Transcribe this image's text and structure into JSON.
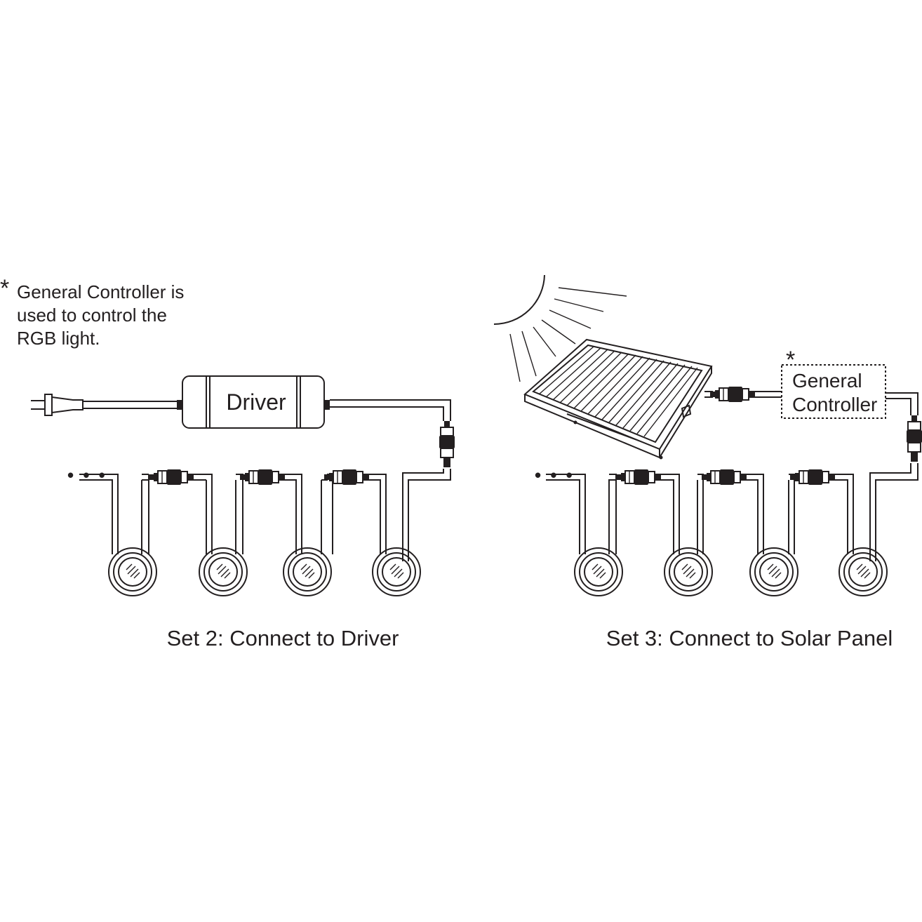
{
  "note": {
    "asterisk": "*",
    "lines": [
      "General Controller  is",
      "used to control the",
      "RGB light."
    ]
  },
  "set2": {
    "driver_label": "Driver",
    "ellipsis": "• • •",
    "caption": "Set 2: Connect to Driver",
    "light_count": 4
  },
  "set3": {
    "controller_asterisk": "*",
    "controller_lines": [
      "General",
      "Controller"
    ],
    "ellipsis": "• • •",
    "caption": "Set 3: Connect to Solar Panel",
    "light_count": 4
  },
  "icons": [
    "power-plug-icon",
    "sun-icon",
    "solar-panel-icon",
    "connector-icon",
    "deck-light-icon"
  ]
}
